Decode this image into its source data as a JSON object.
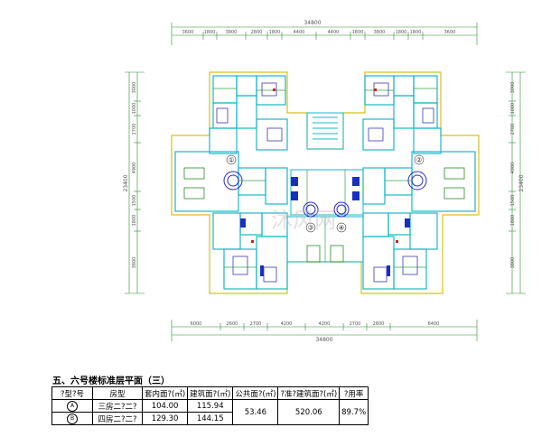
{
  "plan": {
    "dims_top": [
      "3600",
      "1800",
      "3800",
      "2800",
      "1800",
      "4400",
      "4400",
      "1800",
      "3800",
      "1800",
      "1800",
      "3600"
    ],
    "dim_top_total": "34800",
    "dims_bottom": [
      "6000",
      "2600",
      "2700",
      "4200",
      "4200",
      "2700",
      "2600",
      "6400"
    ],
    "dim_bottom_total": "34800",
    "dims_left": [
      "3000",
      "1000",
      "2700",
      "4900",
      "1500",
      "1800",
      "3800"
    ],
    "dim_left_total": "23400",
    "dims_right": [
      "3000",
      "1000",
      "2700",
      "4900",
      "1500",
      "1800",
      "3800"
    ],
    "dim_right_total": "23400",
    "unit_labels": [
      "①",
      "②",
      "③",
      "④"
    ],
    "watermark": "沐风网"
  },
  "caption": "五、六号楼标准层平面（三）",
  "table": {
    "headers": [
      "?型?号",
      "房型",
      "套内面?(㎡)",
      "建筑面?(㎡)",
      "公共面?(㎡)",
      "?准?建筑面?(㎡)",
      "?用率"
    ],
    "rows": [
      {
        "code": "A",
        "type": "三房二?二?",
        "inner": "104.00",
        "build": "115.94"
      },
      {
        "code": "B",
        "type": "四房二?二?",
        "inner": "129.30",
        "build": "144.15"
      }
    ],
    "shared": {
      "public": "53.46",
      "std_build": "520.06",
      "rate": "89.7%"
    }
  }
}
